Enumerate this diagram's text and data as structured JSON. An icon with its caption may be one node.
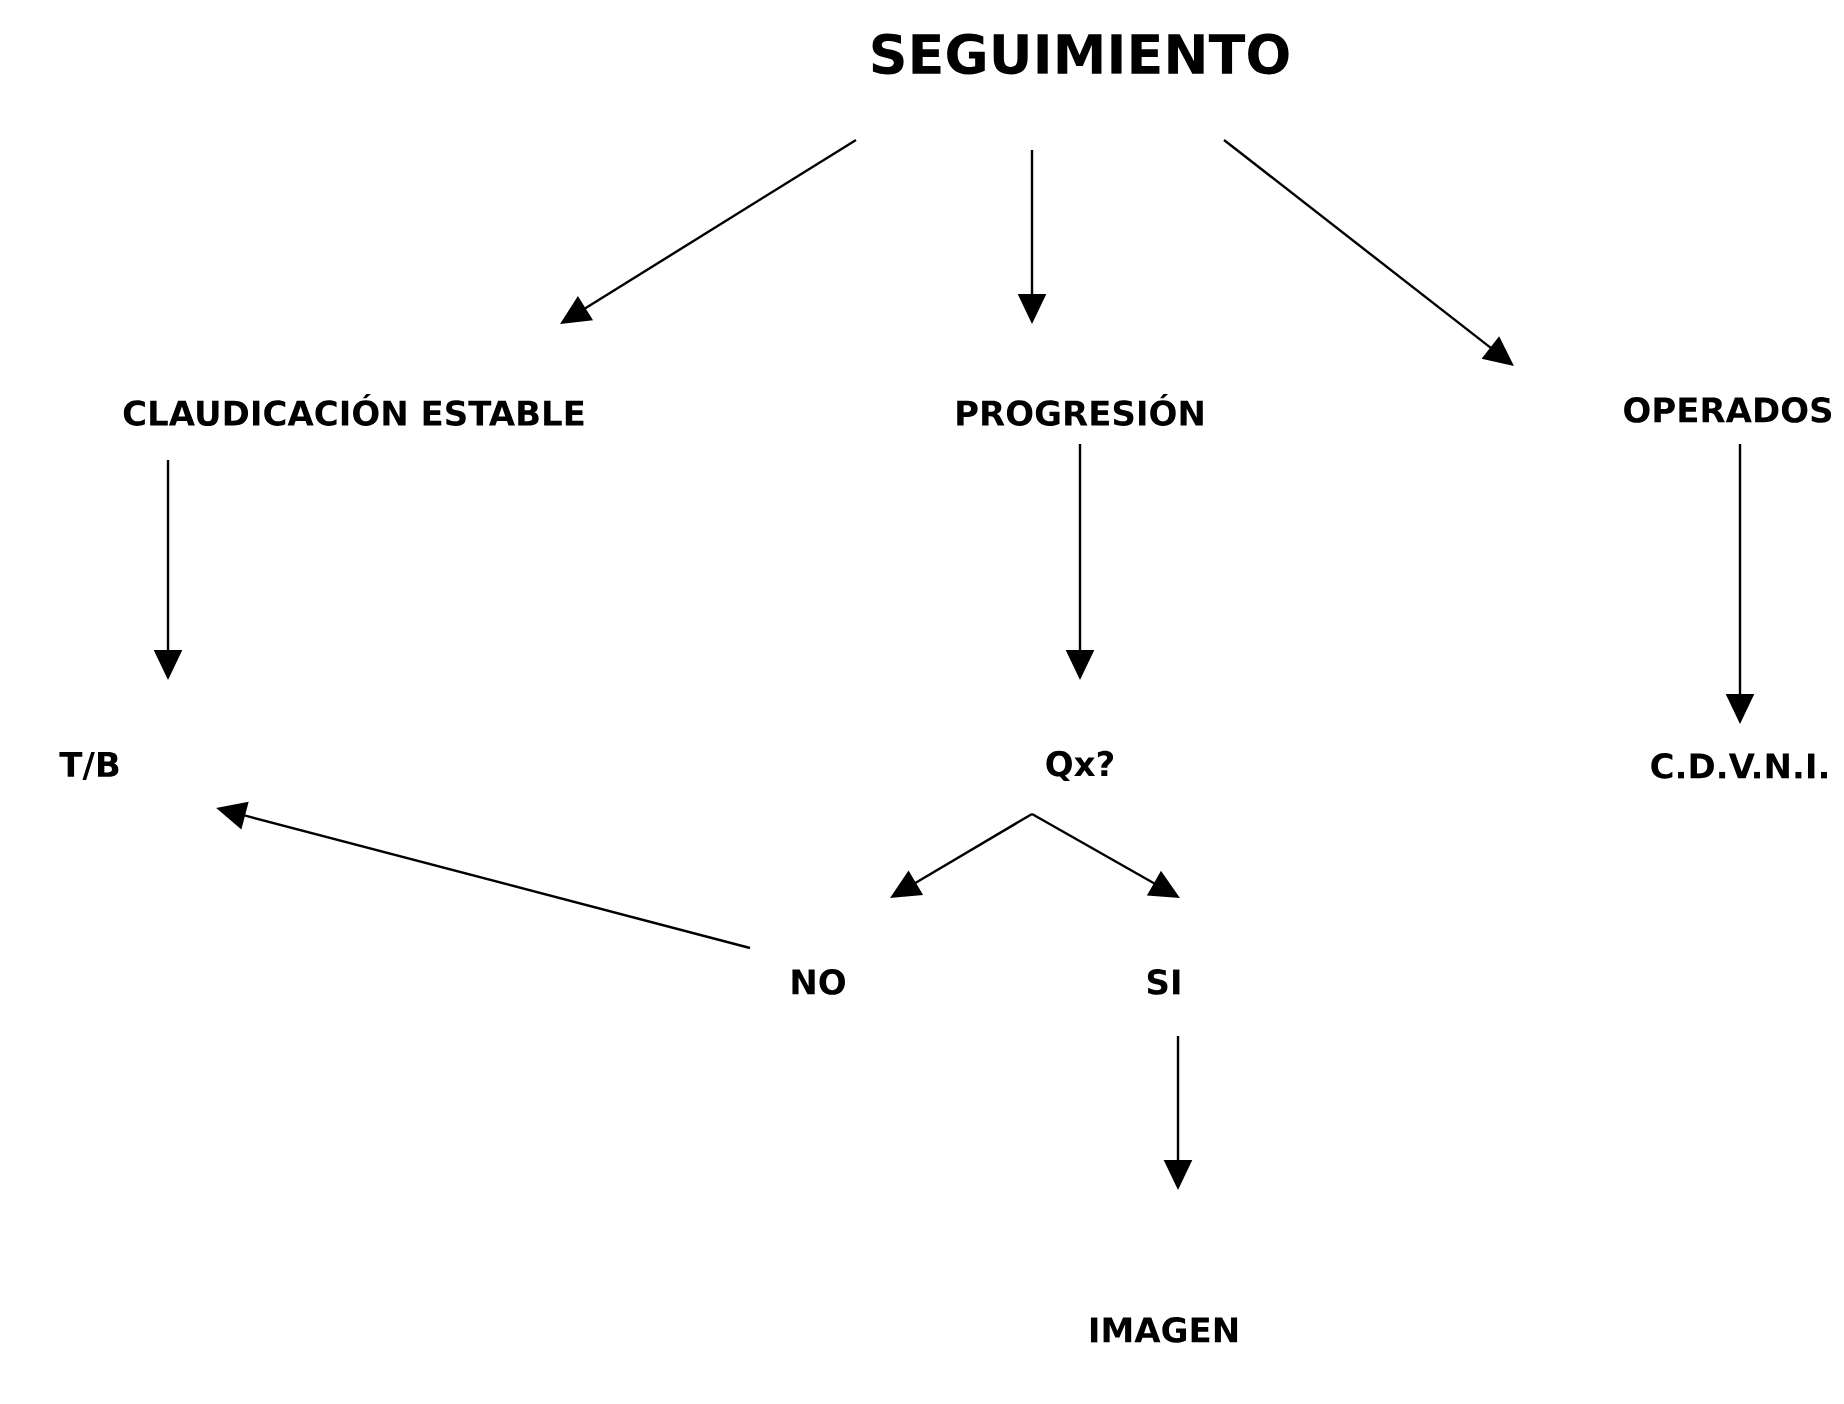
{
  "diagram": {
    "nodes": [
      {
        "text": [
          "SEGUIMIENTO"
        ]
      },
      {
        "text": [
          "CLAUDICACIÓN ESTABLE"
        ]
      },
      {
        "text": [
          "PROGRESIÓN"
        ]
      },
      {
        "text": [
          "OPERADOS"
        ]
      },
      {
        "text": [
          "T/B"
        ]
      },
      {
        "text": [
          "Qx?"
        ]
      },
      {
        "text": [
          "C.D.V.N.I."
        ]
      },
      {
        "text": [
          "NO"
        ]
      },
      {
        "text": [
          "SI"
        ]
      },
      {
        "text": [
          "IMAGEN"
        ]
      }
    ],
    "edges": [
      {
        "from": 0,
        "to": 1,
        "arrow": "to"
      },
      {
        "from": 0,
        "to": 2,
        "arrow": "to"
      },
      {
        "from": 0,
        "to": 3,
        "arrow": "to"
      },
      {
        "from": 1,
        "to": 4,
        "arrow": "to"
      },
      {
        "from": 2,
        "to": 5,
        "arrow": "to"
      },
      {
        "from": 3,
        "to": 6,
        "arrow": "to"
      },
      {
        "from": 5,
        "to": 7,
        "arrow": "to"
      },
      {
        "from": 5,
        "to": 8,
        "arrow": "to"
      },
      {
        "from": 7,
        "to": 4,
        "arrow": "to"
      },
      {
        "from": 8,
        "to": 9,
        "arrow": "to"
      }
    ]
  }
}
